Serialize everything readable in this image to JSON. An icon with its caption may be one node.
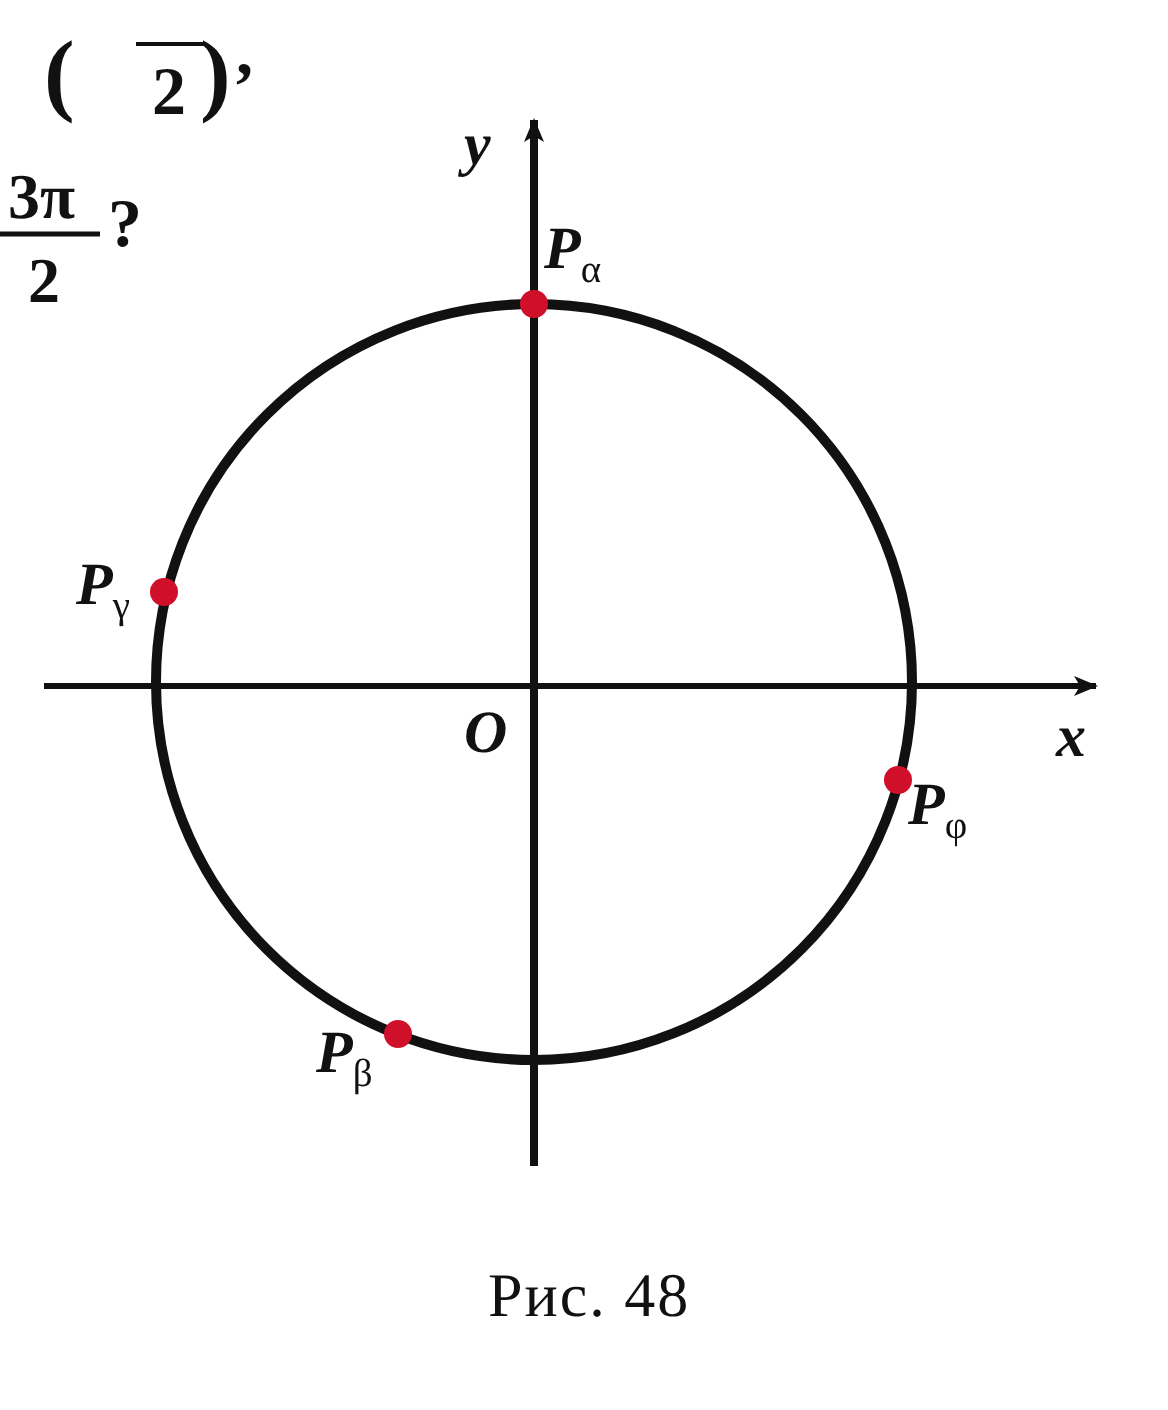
{
  "diagram": {
    "caption": "Рис. 48",
    "labels": [
      "(",
      "2",
      ")",
      ",",
      "3π",
      "2",
      "?",
      "y",
      "*P*$_{α}$",
      "*P*$_{γ}$",
      "O",
      "x",
      "*P*$_{φ}$",
      "*P*$_{β}$"
    ]
  }
}
